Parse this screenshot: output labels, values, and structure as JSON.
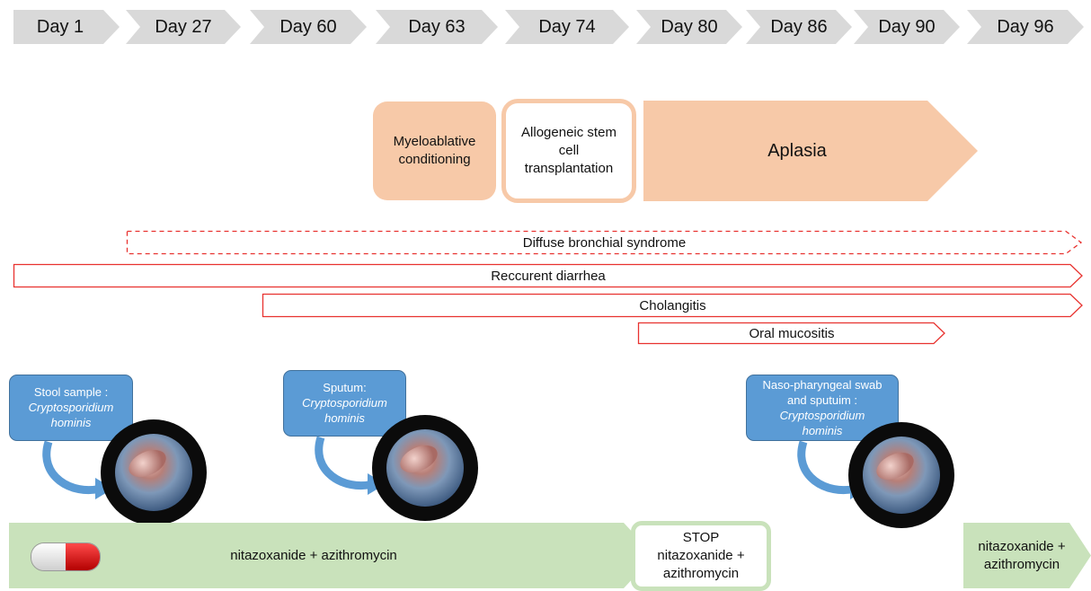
{
  "days": [
    "Day 1",
    "Day 27",
    "Day 60",
    "Day 63",
    "Day 74",
    "Day 80",
    "Day 86",
    "Day 90",
    "Day 96"
  ],
  "phases": {
    "conditioning": "Myeloablative conditioning",
    "transplant": "Allogeneic stem cell transplantation",
    "aplasia": "Aplasia"
  },
  "symptoms": {
    "bronchial": "Diffuse bronchial syndrome",
    "diarrhea": "Reccurent diarrhea",
    "cholangitis": "Cholangitis",
    "mucositis": "Oral mucositis"
  },
  "samples": [
    {
      "label": "Stool sample :",
      "organism_1": "Cryptosporidium",
      "organism_2": "hominis"
    },
    {
      "label": "Sputum:",
      "organism_1": "Cryptosporidium",
      "organism_2": "hominis"
    },
    {
      "label_1": "Naso-pharyngeal swab",
      "label_2": "and sputuim :",
      "organism_1": "Cryptosporidium",
      "organism_2": "hominis"
    }
  ],
  "treatment": {
    "first": "nitazoxanide + azithromycin",
    "stop_1": "STOP",
    "stop_2": "nitazoxanide +",
    "stop_3": "azithromycin",
    "resume_1": "nitazoxanide +",
    "resume_2": "azithromycin"
  },
  "colors": {
    "header": "#d9d9d9",
    "phase": "#f7c9a8",
    "symptom_border": "#e8322f",
    "callout": "#5b9bd5",
    "treatment": "#c9e2bb"
  }
}
